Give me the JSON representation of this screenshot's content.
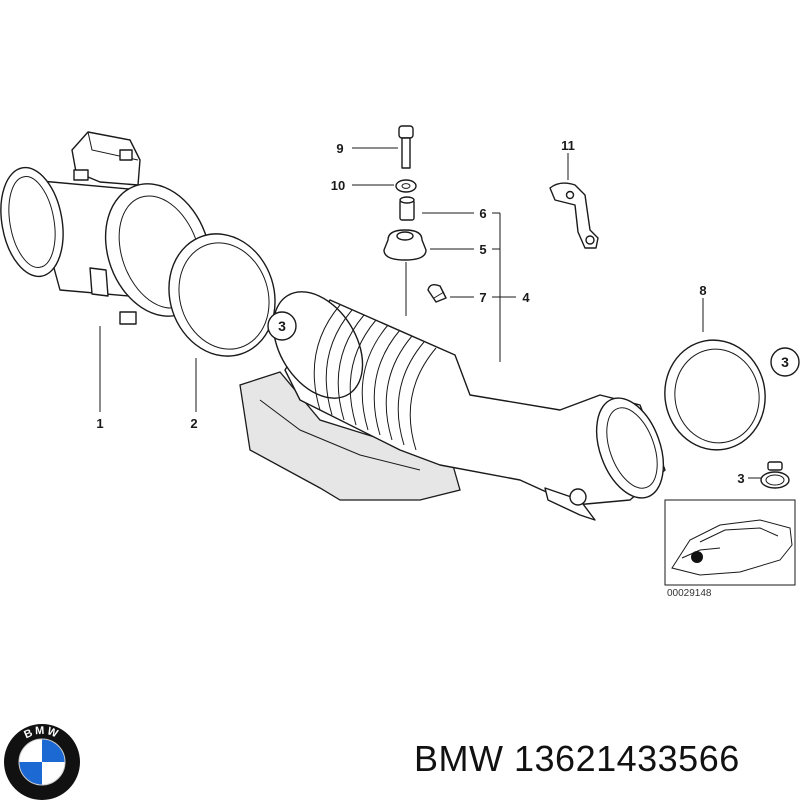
{
  "callouts": {
    "n1": "1",
    "n2": "2",
    "n3": "3",
    "n4": "4",
    "n5": "5",
    "n6": "6",
    "n7": "7",
    "n8": "8",
    "n9": "9",
    "n10": "10",
    "n11": "11"
  },
  "diagram_id": "00029148",
  "footer": {
    "brand": "BMW",
    "part_number": "13621433566"
  },
  "logo": {
    "letters": "BMW",
    "colors": {
      "blue": "#1c69d4",
      "white": "#ffffff",
      "ring": "#111111"
    }
  }
}
